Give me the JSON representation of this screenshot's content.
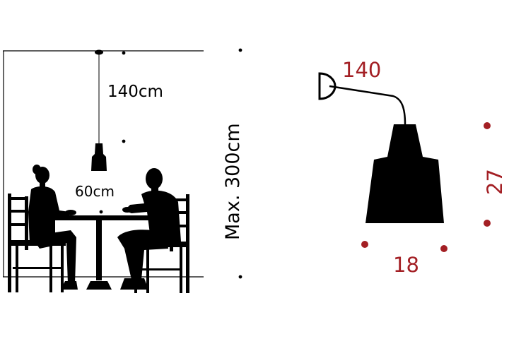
{
  "scene": {
    "cord_length_label": "140cm",
    "table_to_lamp_label": "60cm",
    "max_height_label": "Max. 300cm"
  },
  "product": {
    "arm_length_label": "140",
    "shade_height_label": "27",
    "shade_width_label": "18"
  },
  "colors": {
    "silhouette": "#000000",
    "dimension_accent": "#a31f24",
    "background": "#ffffff"
  }
}
